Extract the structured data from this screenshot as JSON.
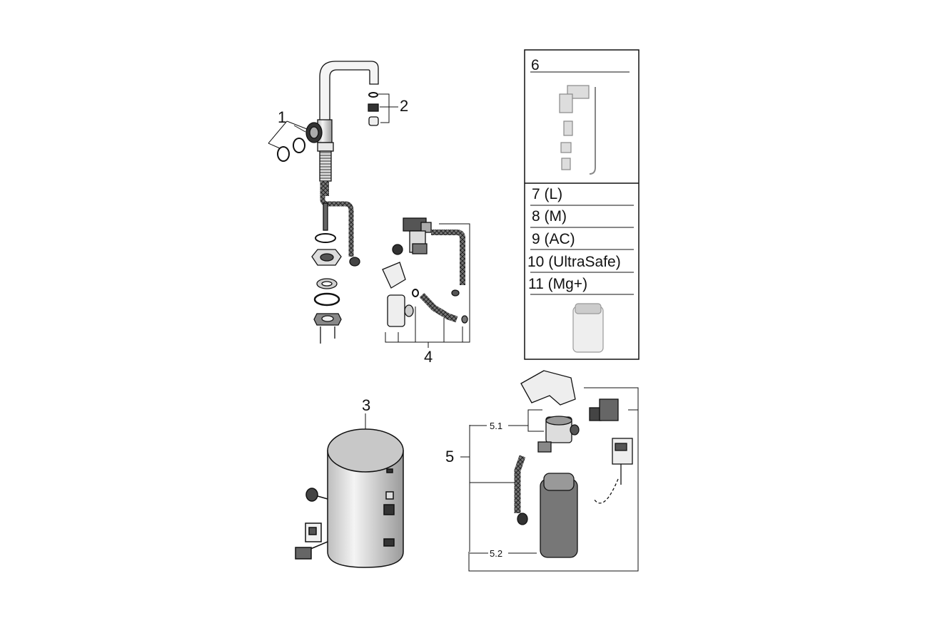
{
  "callouts": {
    "c1": "1",
    "c2": "2",
    "c3": "3",
    "c4": "4",
    "c5": "5",
    "c5_1": "5.1",
    "c5_2": "5.2"
  },
  "panel": {
    "header": "6",
    "rows": [
      "7 (L)",
      "8 (M)",
      "9 (AC)",
      "10 (UltraSafe)",
      "11 (Mg+)"
    ]
  },
  "colors": {
    "line": "#111111",
    "fill_light": "#f2f2f2",
    "fill_mid": "#cfcfcf",
    "fill_dark": "#555555"
  }
}
